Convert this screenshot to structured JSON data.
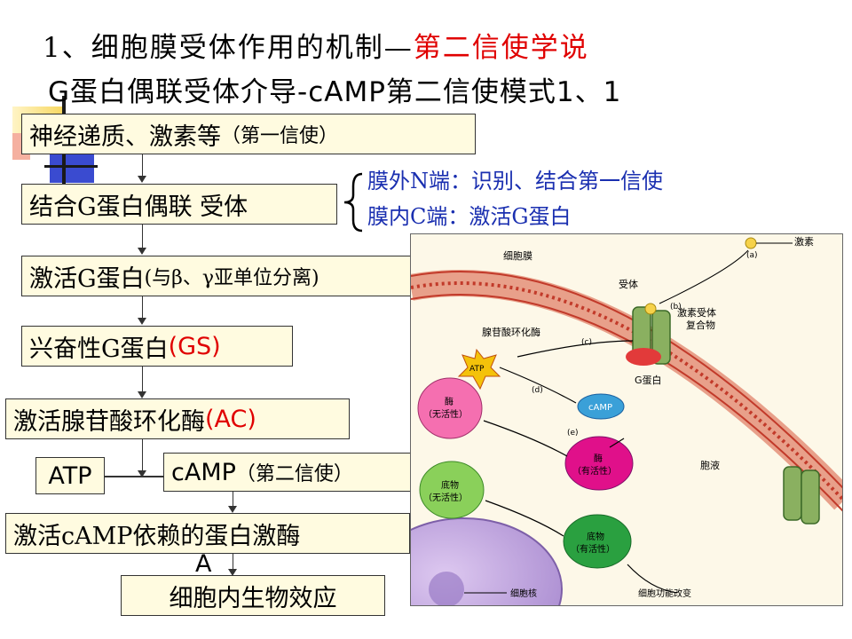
{
  "title": {
    "line1_black": "1、细胞膜受体作用的机制—",
    "line1_red": "第二信使学说",
    "line2": "G蛋白偶联受体介导-cAMP第二信使模式1、1"
  },
  "colors": {
    "accent_red": "#e00000",
    "blue_text": "#1a2fb0",
    "box_fill": "#fffbe0"
  },
  "flow": {
    "step1": "神经递质、激素等",
    "step1_note": "（第一信使）",
    "step2": "结合G蛋白偶联 受体",
    "step3": "激活G蛋白",
    "step3_note": "(与β、γ亚单位分离)",
    "step4": "兴奋性G蛋白",
    "step4_note": "(GS)",
    "step5": "激活腺苷酸环化酶",
    "step5_note": "(AC)",
    "atp": "ATP",
    "step6": "cAMP",
    "step6_note": "（第二信使）",
    "step7": "激活cAMP依赖的蛋白激酶",
    "step7_tail": "A",
    "step8": "细胞内生物效应"
  },
  "receptor_notes": {
    "n_terminal": "膜外N端：识别、结合第一信使",
    "c_terminal": "膜内C端：激活G蛋白"
  },
  "figure": {
    "membrane": "细胞膜",
    "hormone": "激素",
    "a": "(a)",
    "receptor": "受体",
    "b": "(b)",
    "complex_1": "激素受体",
    "complex_2": "复合物",
    "ac_label": "腺苷酸环化酶",
    "c": "(c)",
    "atp": "ATP",
    "d": "(d)",
    "camp": "cAMP",
    "g_protein": "G蛋白",
    "e": "(e)",
    "enzyme_inactive_1": "酶",
    "enzyme_inactive_2": "（无活性）",
    "enzyme_active_1": "酶",
    "enzyme_active_2": "（有活性）",
    "cytosol": "胞液",
    "substrate_inactive_1": "底物",
    "substrate_inactive_2": "（无活性）",
    "substrate_active_1": "底物",
    "substrate_active_2": "（有活性）",
    "nucleus": "细胞核",
    "function_change": "细胞功能改变"
  }
}
